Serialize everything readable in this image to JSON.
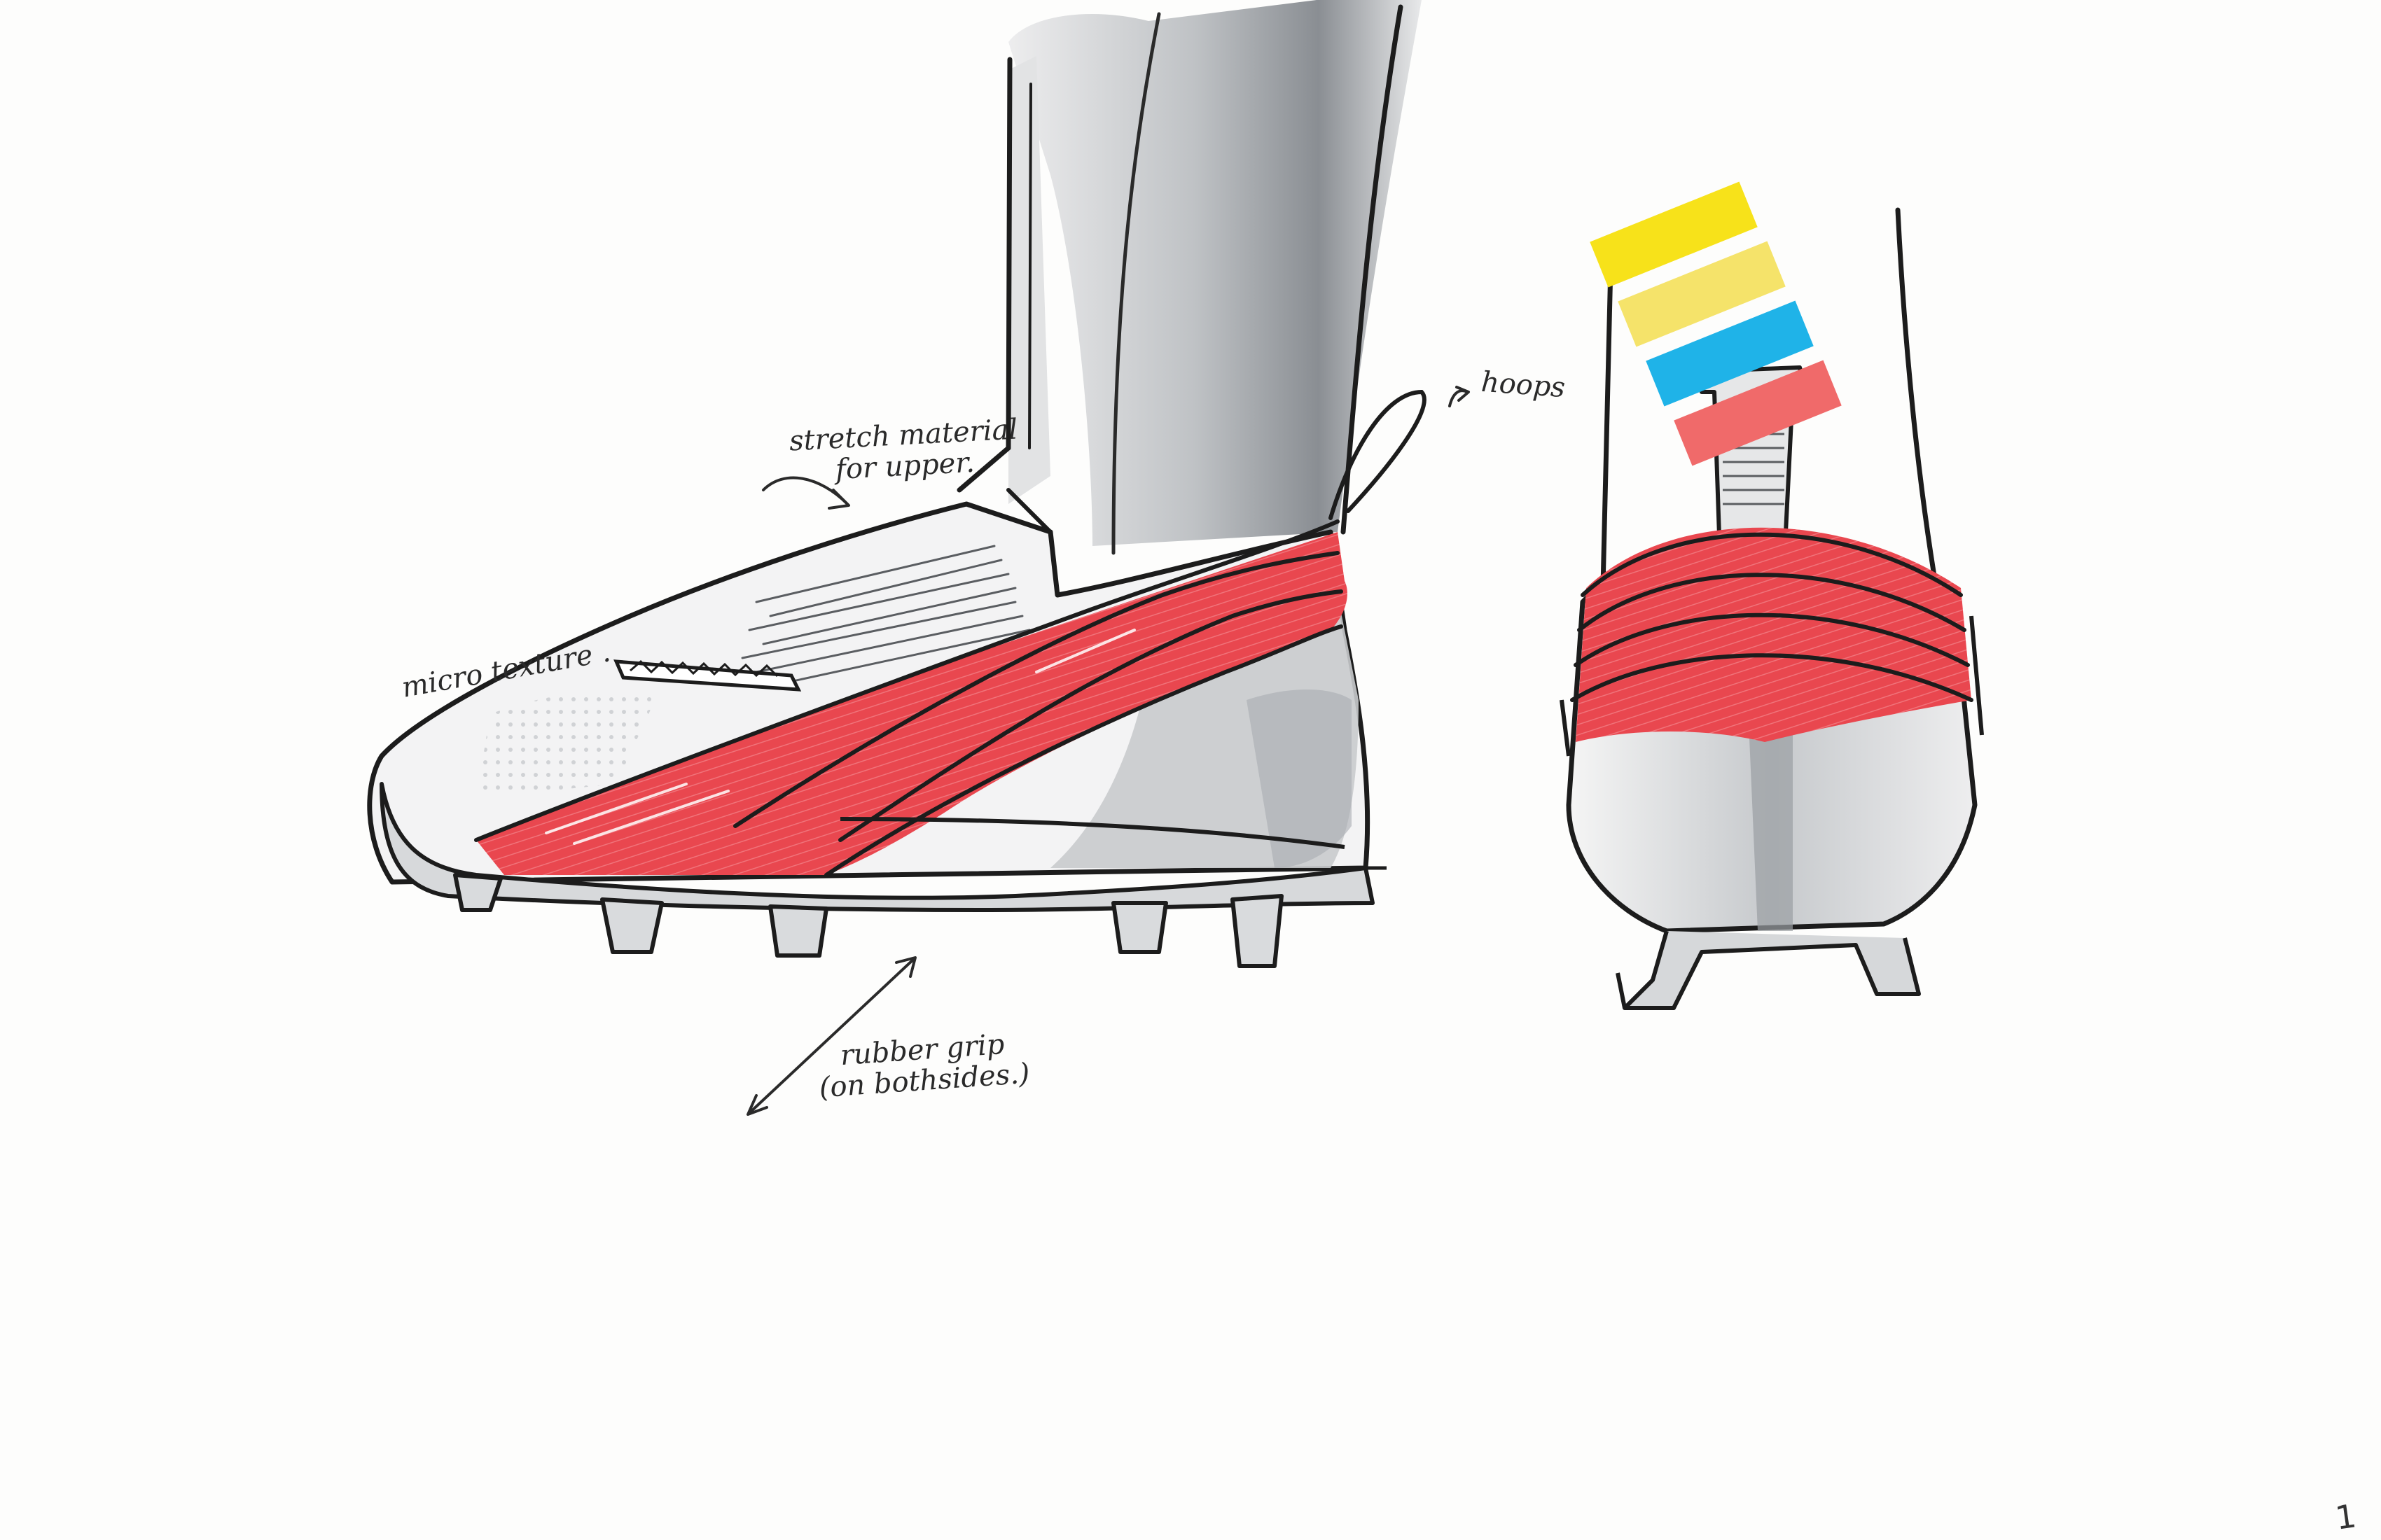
{
  "sketch": {
    "subject": "football cleat design sketch",
    "annotations": {
      "stretch_material": [
        "stretch material",
        "for upper."
      ],
      "micro_texture": "micro texture .",
      "hoops": "hoops",
      "rubber_grip": [
        "rubber grip",
        "(on bothsides.)"
      ]
    },
    "page_number": "1",
    "color_swatches": [
      "#f7e21a",
      "#f5e36a",
      "#1fb3e8",
      "#f06a6a"
    ],
    "colors": {
      "accent_red": "#e8464f",
      "marker_grey": "#c9cbcd",
      "dark_grey": "#7d8186",
      "ink": "#1c1c1c"
    },
    "icons": [
      "arrow-icon"
    ]
  }
}
